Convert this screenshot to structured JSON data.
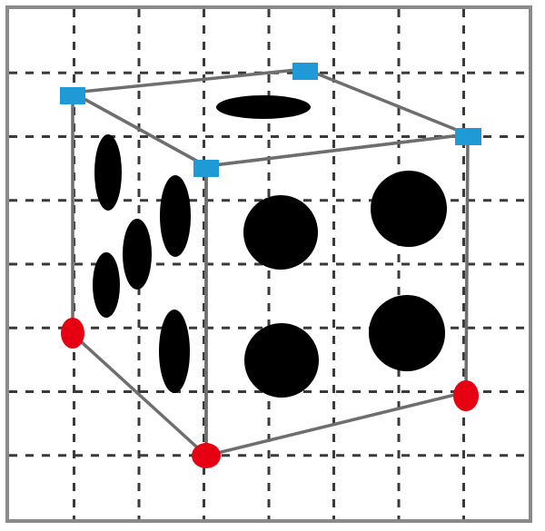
{
  "figure": {
    "subject": "die-on-grid",
    "grid": {
      "columns": 8,
      "rows": 8,
      "line_style": "dashed"
    },
    "die": {
      "visible_faces": {
        "top": {
          "pips": 1
        },
        "left": {
          "pips": 5
        },
        "front": {
          "pips": 4
        }
      }
    },
    "markers": {
      "top_corners": {
        "shape": "square",
        "count": 4
      },
      "bottom_corners": {
        "shape": "circle",
        "count": 3
      }
    }
  },
  "colors": {
    "background": "#ffffff",
    "frame": "#8a8a8a",
    "grid": "#3a3a3a",
    "edge": "#6e6e6e",
    "pip": "#000000",
    "square_marker": "#1f9ad6",
    "circle_marker": "#e60012"
  }
}
